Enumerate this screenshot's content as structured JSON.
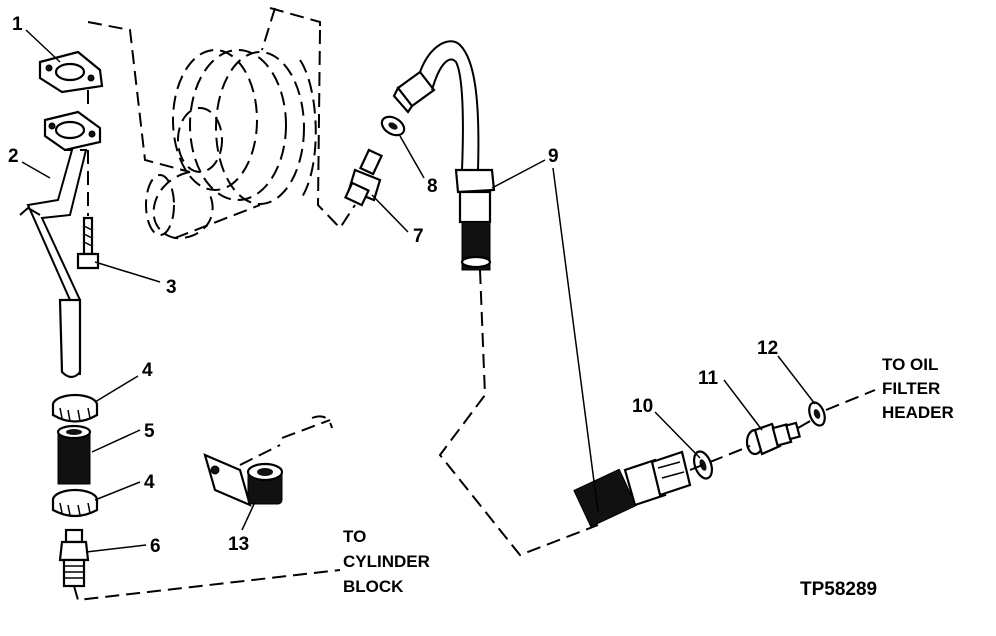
{
  "callouts": [
    "1",
    "2",
    "3",
    "4",
    "5",
    "4",
    "6",
    "7",
    "8",
    "9",
    "10",
    "11",
    "12",
    "13"
  ],
  "labels": {
    "cylinder_block": [
      "TO",
      "CYLINDER",
      "BLOCK"
    ],
    "oil_filter_header": [
      "TO OIL",
      "FILTER",
      "HEADER"
    ]
  },
  "figure_id": "TP58289",
  "colors": {
    "ink": "#000000",
    "paper": "#ffffff"
  }
}
